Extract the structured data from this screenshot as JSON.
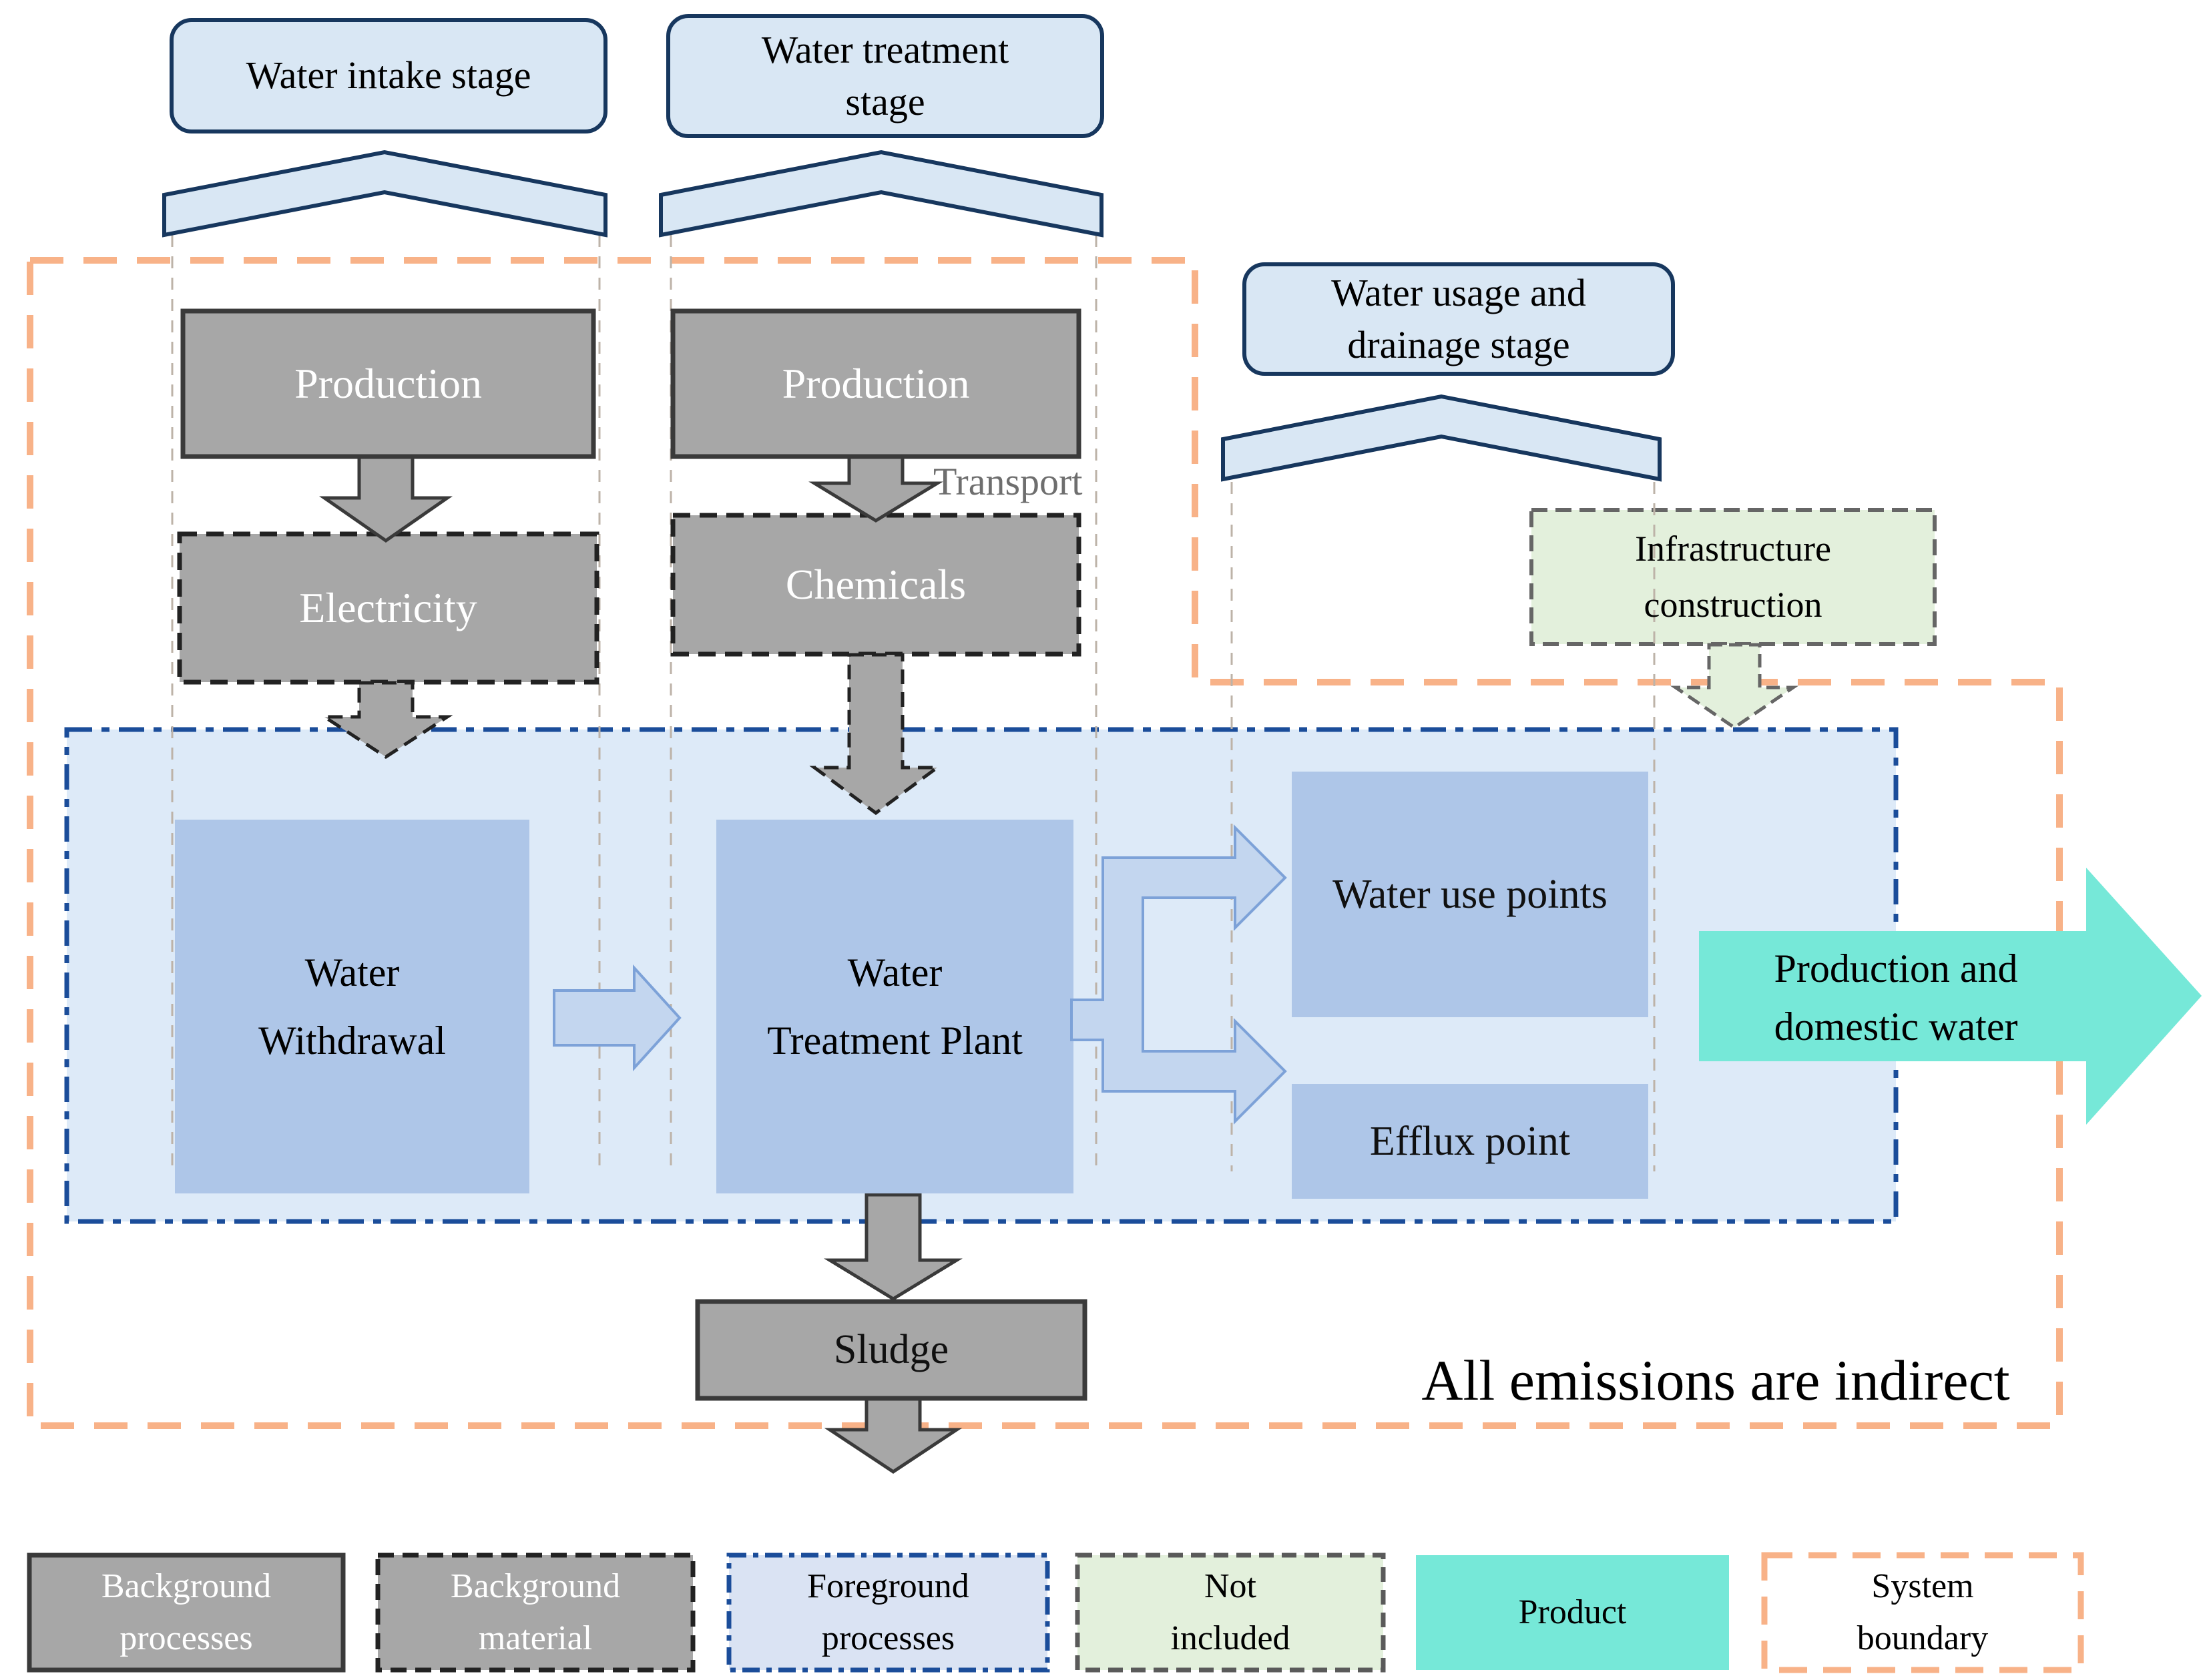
{
  "diagram": {
    "stages": [
      {
        "lines": [
          "Water intake stage"
        ]
      },
      {
        "lines": [
          "Water treatment",
          "stage"
        ]
      },
      {
        "lines": [
          "Water usage and",
          "drainage stage"
        ]
      }
    ],
    "background": {
      "production_intake": "Production",
      "electricity": "Electricity",
      "production_treatment": "Production",
      "chemicals": "Chemicals",
      "transport": "Transport",
      "sludge": "Sludge"
    },
    "not_included": {
      "lines": [
        "Infrastructure",
        "construction"
      ]
    },
    "foreground": {
      "water_withdrawal": {
        "lines": [
          "Water",
          "Withdrawal"
        ]
      },
      "water_treatment_plant": {
        "lines": [
          "Water",
          "Treatment Plant"
        ]
      },
      "water_use_points": "Water use points",
      "efflux_point": "Efflux point"
    },
    "product_arrow": {
      "lines": [
        "Production and",
        "domestic water"
      ]
    },
    "emissions_note": "All emissions are indirect"
  },
  "legend": {
    "items": [
      {
        "id": "background-processes",
        "lines": [
          "Background",
          "processes"
        ]
      },
      {
        "id": "background-material",
        "lines": [
          "Background",
          "material"
        ]
      },
      {
        "id": "foreground-processes",
        "lines": [
          "Foreground",
          "processes"
        ]
      },
      {
        "id": "not-included",
        "lines": [
          "Not",
          "included"
        ]
      },
      {
        "id": "product",
        "lines": [
          "Product"
        ]
      },
      {
        "id": "system-boundary",
        "lines": [
          "System",
          "boundary"
        ]
      }
    ]
  },
  "colors": {
    "stage_fill": "#d9e7f4",
    "stage_border": "#17375e",
    "gray_fill": "#a7a7a7",
    "gray_border": "#3a3a3a",
    "dashed_border": "#222222",
    "foreground_fill": "#ddeaf8",
    "foreground_border": "#1b4d9a",
    "box_blue": "#aec6e8",
    "arrow_blue_fill": "#c3d6ef",
    "arrow_blue_stroke": "#7da2d8",
    "green_fill": "#e3f0dc",
    "green_border": "#666666",
    "product_teal": "#76e8d8",
    "boundary_orange": "#f8b288",
    "guide_gray": "#bdb3a8"
  }
}
